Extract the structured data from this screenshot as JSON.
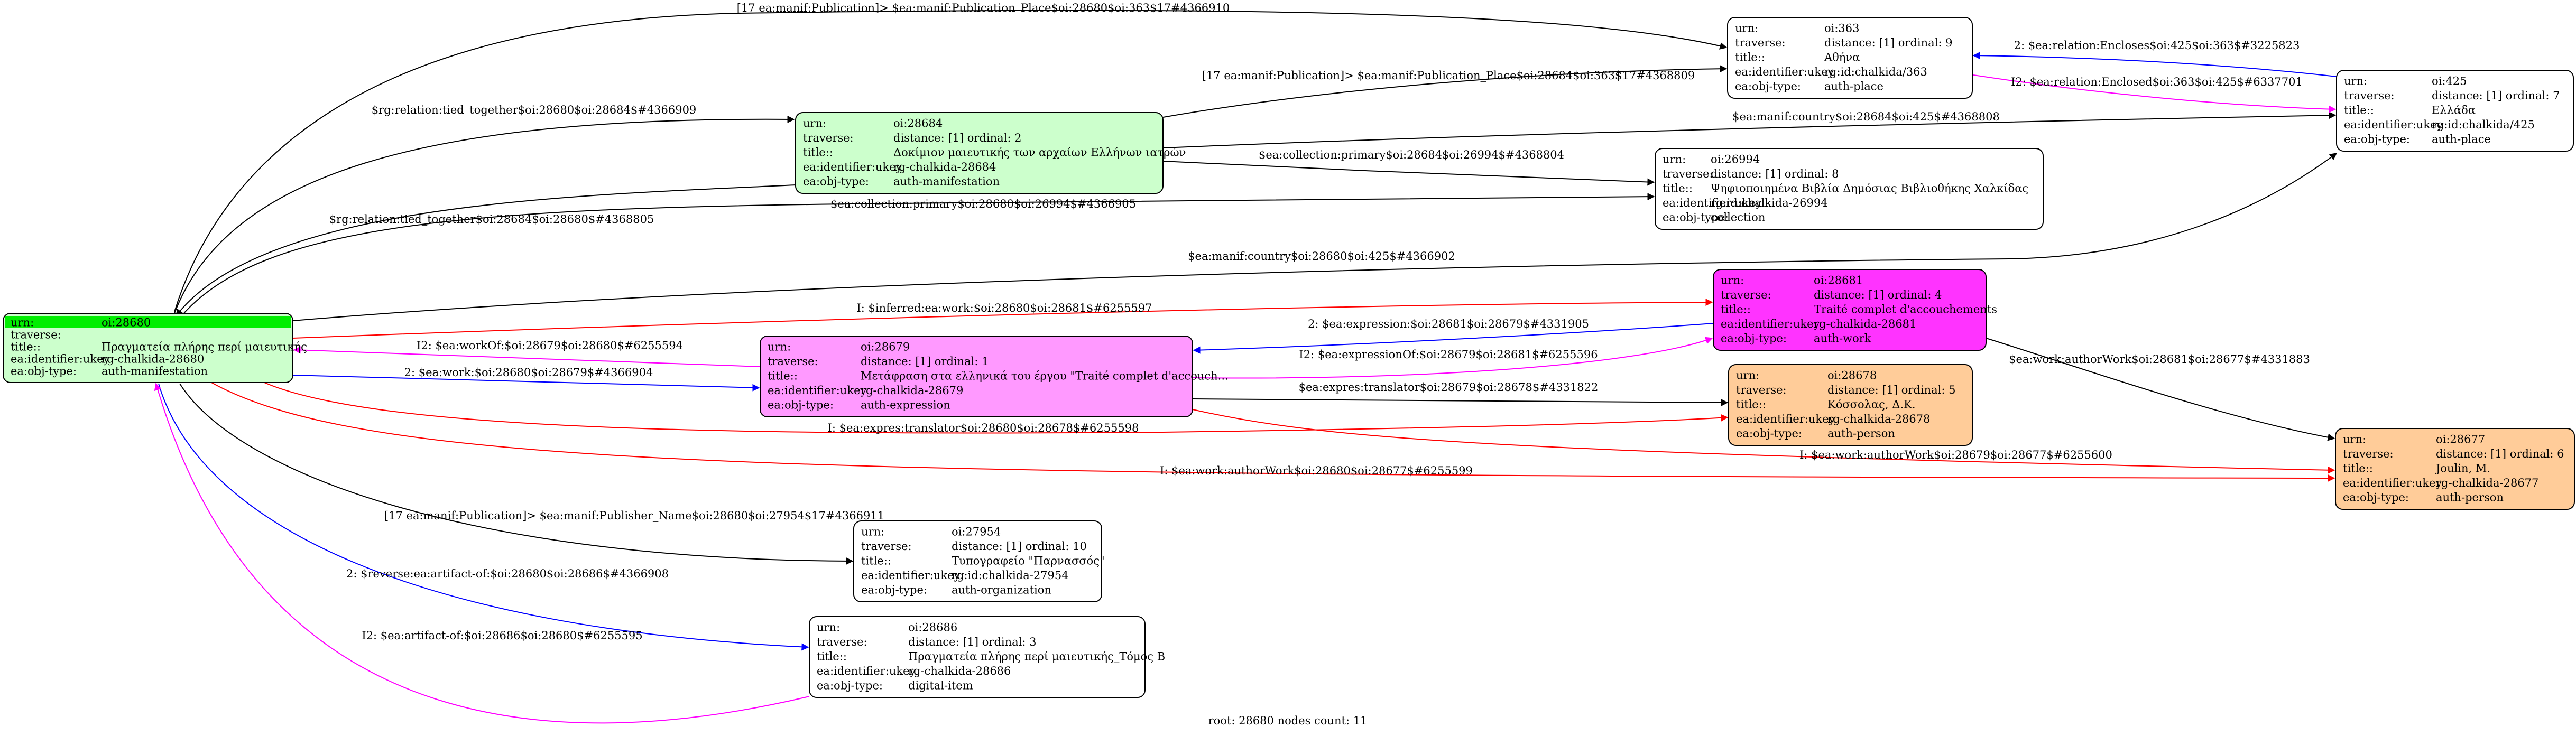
{
  "graph": {
    "footer": "root: 28680 nodes count: 11",
    "field_labels": {
      "urn": "urn:",
      "traverse": "traverse:",
      "title": "title::",
      "ukey": "ea:identifier:ukey",
      "type": "ea:obj-type:"
    },
    "nodes": [
      {
        "id": "n28680",
        "urn": "oi:28680",
        "traverse": "",
        "title": "Πραγματεία πλήρης περί μαιευτικής",
        "ukey": "rg-chalkida-28680",
        "type": "auth-manifestation",
        "is_root": true,
        "fill": "#ccffcc"
      },
      {
        "id": "n28684",
        "urn": "oi:28684",
        "traverse": "distance: [1]     ordinal: 2",
        "title": "Δοκίμιον μαιευτικής των αρχαίων Ελλήνων ιατρών",
        "ukey": "rg-chalkida-28684",
        "type": "auth-manifestation",
        "fill": "#ccffcc"
      },
      {
        "id": "n363",
        "urn": "oi:363",
        "traverse": "distance: [1]     ordinal: 9",
        "title": "Αθήνα",
        "ukey": "rg:id:chalkida/363",
        "type": "auth-place",
        "fill": "#ffffff"
      },
      {
        "id": "n425",
        "urn": "oi:425",
        "traverse": "distance: [1]     ordinal: 7",
        "title": "Ελλάδα",
        "ukey": "rg:id:chalkida/425",
        "type": "auth-place",
        "fill": "#ffffff"
      },
      {
        "id": "n26994",
        "urn": "oi:26994",
        "traverse": "distance: [1]     ordinal: 8",
        "title": "Ψηφιοποιημένα Βιβλία Δημόσιας Βιβλιοθήκης Χαλκίδας",
        "ukey": "rg:id:chalkida-26994",
        "type": "collection",
        "fill": "#ffffff"
      },
      {
        "id": "n28681",
        "urn": "oi:28681",
        "traverse": "distance: [1]     ordinal: 4",
        "title": "Traité complet d'accouchements",
        "ukey": "rg-chalkida-28681",
        "type": "auth-work",
        "fill": "#ff33ff"
      },
      {
        "id": "n28679",
        "urn": "oi:28679",
        "traverse": "distance: [1]     ordinal: 1",
        "title": "Μετάφραση στα ελληνικά του έργου \"Traité complet d'accouch...",
        "ukey": "rg-chalkida-28679",
        "type": "auth-expression",
        "fill": "#ff99ff"
      },
      {
        "id": "n28678",
        "urn": "oi:28678",
        "traverse": "distance: [1]     ordinal: 5",
        "title": "Κόσσολας, Δ.Κ.",
        "ukey": "rg-chalkida-28678",
        "type": "auth-person",
        "fill": "#ffcc99"
      },
      {
        "id": "n28677",
        "urn": "oi:28677",
        "traverse": "distance: [1]     ordinal: 6",
        "title": "Joulin, M.",
        "ukey": "rg-chalkida-28677",
        "type": "auth-person",
        "fill": "#ffcc99"
      },
      {
        "id": "n27954",
        "urn": "oi:27954",
        "traverse": "distance: [1]     ordinal: 10",
        "title": "Τυπογραφείο \"Παρνασσός\"",
        "ukey": "rg:id:chalkida-27954",
        "type": "auth-organization",
        "fill": "#ffffff"
      },
      {
        "id": "n28686",
        "urn": "oi:28686",
        "traverse": "distance: [1]     ordinal: 3",
        "title": "Πραγματεία πλήρης περί μαιευτικής_Τόμος Β",
        "ukey": "rg-chalkida-28686",
        "type": "digital-item",
        "fill": "#ffffff"
      }
    ],
    "edges": [
      {
        "label": "[17 ea:manif:Publication]> $ea:manif:Publication_Place$oi:28680$oi:363$17#4366910",
        "color": "#000000"
      },
      {
        "label": "$rg:relation:tied_together$oi:28680$oi:28684$#4366909",
        "color": "#000000"
      },
      {
        "label": "$rg:relation:tied_together$oi:28684$oi:28680$#4368805",
        "color": "#000000"
      },
      {
        "label": "[17 ea:manif:Publication]> $ea:manif:Publication_Place$oi:28684$oi:363$17#4368809",
        "color": "#000000"
      },
      {
        "label": "$ea:manif:country$oi:28684$oi:425$#4368808",
        "color": "#000000"
      },
      {
        "label": "$ea:collection:primary$oi:28684$oi:26994$#4368804",
        "color": "#000000"
      },
      {
        "label": "$ea:collection:primary$oi:28680$oi:26994$#4366905",
        "color": "#000000"
      },
      {
        "label": "2: $ea:relation:Encloses$oi:425$oi:363$#3225823",
        "color": "#0000ff"
      },
      {
        "label": "I2: $ea:relation:Enclosed$oi:363$oi:425$#6337701",
        "color": "#ff00ff"
      },
      {
        "label": "$ea:manif:country$oi:28680$oi:425$#4366902",
        "color": "#000000"
      },
      {
        "label": "I: $inferred:ea:work:$oi:28680$oi:28681$#6255597",
        "color": "#ff0000"
      },
      {
        "label": "2: $ea:expression:$oi:28681$oi:28679$#4331905",
        "color": "#0000ff"
      },
      {
        "label": "I2: $ea:workOf:$oi:28679$oi:28680$#6255594",
        "color": "#ff00ff"
      },
      {
        "label": "I2: $ea:expressionOf:$oi:28679$oi:28681$#6255596",
        "color": "#ff00ff"
      },
      {
        "label": "2: $ea:work:$oi:28680$oi:28679$#4366904",
        "color": "#0000ff"
      },
      {
        "label": "$ea:expres:translator$oi:28679$oi:28678$#4331822",
        "color": "#000000"
      },
      {
        "label": "I: $ea:expres:translator$oi:28680$oi:28678$#6255598",
        "color": "#ff0000"
      },
      {
        "label": "$ea:work:authorWork$oi:28681$oi:28677$#4331883",
        "color": "#000000"
      },
      {
        "label": "I: $ea:work:authorWork$oi:28679$oi:28677$#6255600",
        "color": "#ff0000"
      },
      {
        "label": "I: $ea:work:authorWork$oi:28680$oi:28677$#6255599",
        "color": "#ff0000"
      },
      {
        "label": "[17 ea:manif:Publication]> $ea:manif:Publisher_Name$oi:28680$oi:27954$17#4366911",
        "color": "#000000"
      },
      {
        "label": "2: $reverse:ea:artifact-of:$oi:28680$oi:28686$#4366908",
        "color": "#0000ff"
      },
      {
        "label": "I2: $ea:artifact-of:$oi:28686$oi:28680$#6255595",
        "color": "#ff00ff"
      }
    ]
  }
}
